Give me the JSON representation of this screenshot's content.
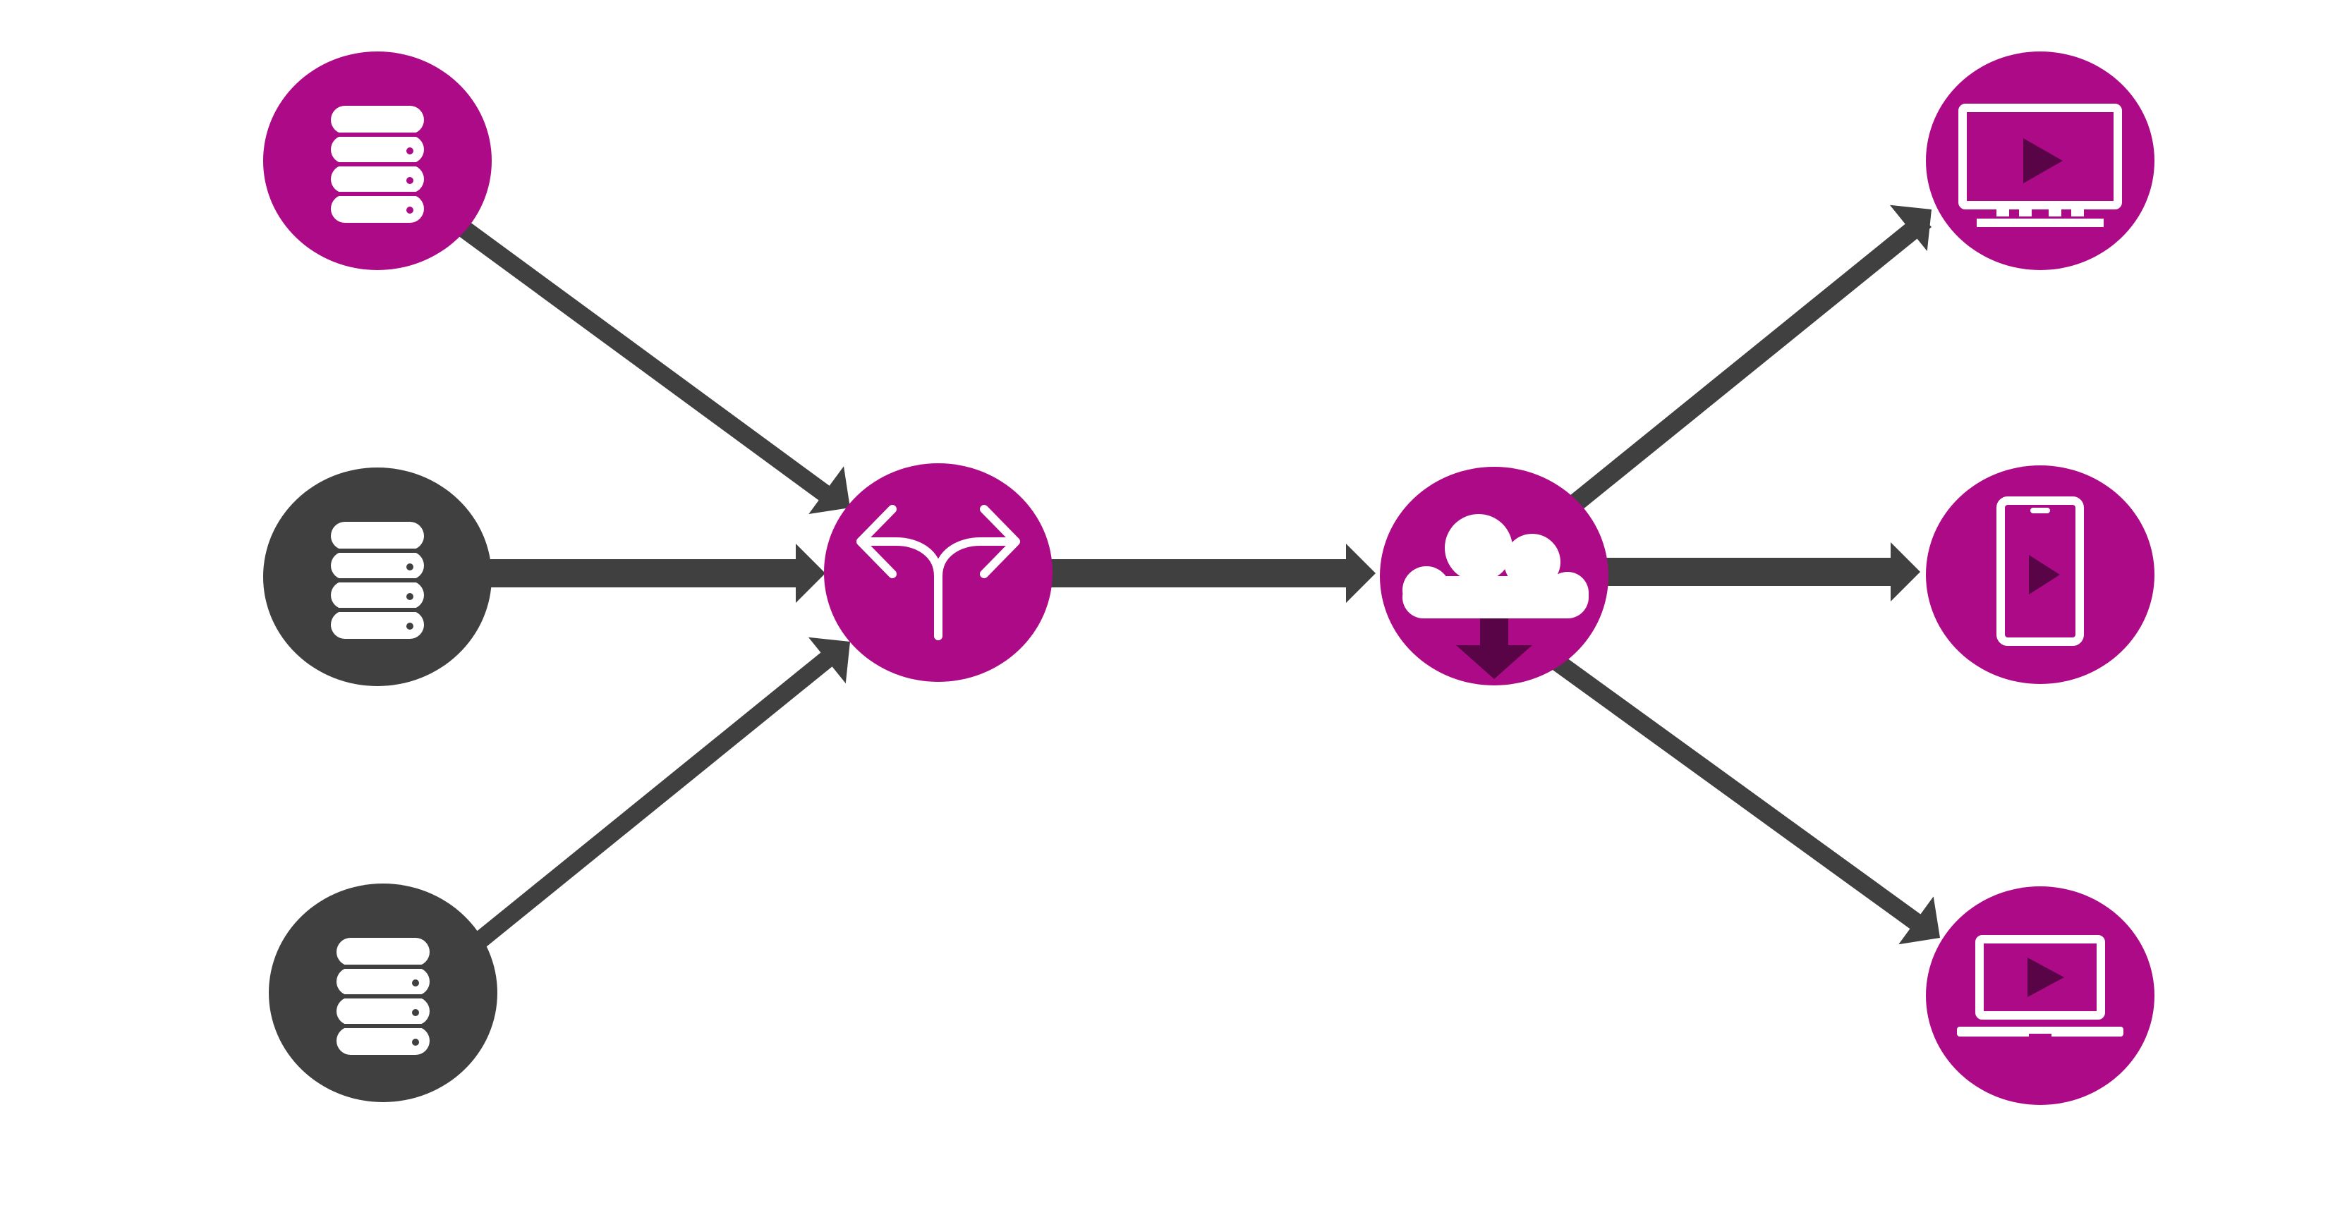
{
  "colors": {
    "magenta": "#ad0a87",
    "dark": "#404040",
    "white": "#ffffff",
    "shade": "#5a0448"
  },
  "nodes": {
    "source_1": {
      "icon": "database-icon",
      "state": "active",
      "fill": "magenta"
    },
    "source_2": {
      "icon": "database-icon",
      "state": "inactive",
      "fill": "dark"
    },
    "source_3": {
      "icon": "database-icon",
      "state": "inactive",
      "fill": "dark"
    },
    "router": {
      "icon": "split-arrows-icon",
      "fill": "magenta"
    },
    "cloud": {
      "icon": "cloud-download-icon",
      "fill": "magenta"
    },
    "device_1": {
      "icon": "monitor-play-icon",
      "fill": "magenta"
    },
    "device_2": {
      "icon": "tablet-play-icon",
      "fill": "magenta"
    },
    "device_3": {
      "icon": "laptop-play-icon",
      "fill": "magenta"
    }
  },
  "edges": [
    {
      "from": "source_1",
      "to": "router"
    },
    {
      "from": "source_2",
      "to": "router"
    },
    {
      "from": "source_3",
      "to": "router"
    },
    {
      "from": "router",
      "to": "cloud"
    },
    {
      "from": "cloud",
      "to": "device_1"
    },
    {
      "from": "cloud",
      "to": "device_2"
    },
    {
      "from": "cloud",
      "to": "device_3"
    }
  ]
}
